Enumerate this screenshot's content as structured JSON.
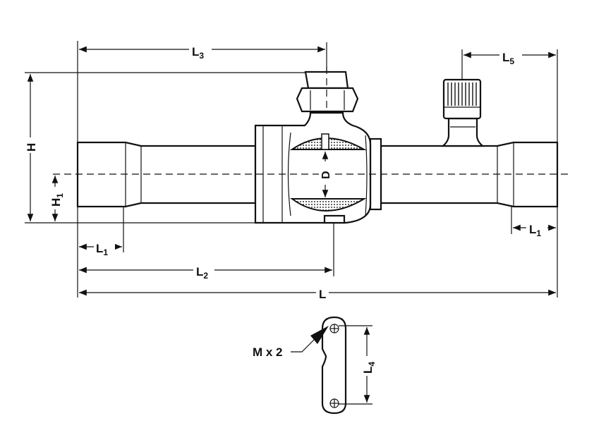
{
  "title": "Ball valve with access port - dimension drawing",
  "dimensions": {
    "L3": {
      "main": "L",
      "sub": "3"
    },
    "L5": {
      "main": "L",
      "sub": "5"
    },
    "H": {
      "main": "H"
    },
    "H1": {
      "main": "H",
      "sub": "1"
    },
    "D": {
      "main": "D"
    },
    "L1_left": {
      "main": "L",
      "sub": "1"
    },
    "L1_right": {
      "main": "L",
      "sub": "1"
    },
    "L2": {
      "main": "L",
      "sub": "2"
    },
    "L": {
      "main": "L"
    },
    "L4": {
      "main": "L",
      "sub": "4"
    }
  },
  "bracket": {
    "hole_label": "M x 2"
  }
}
